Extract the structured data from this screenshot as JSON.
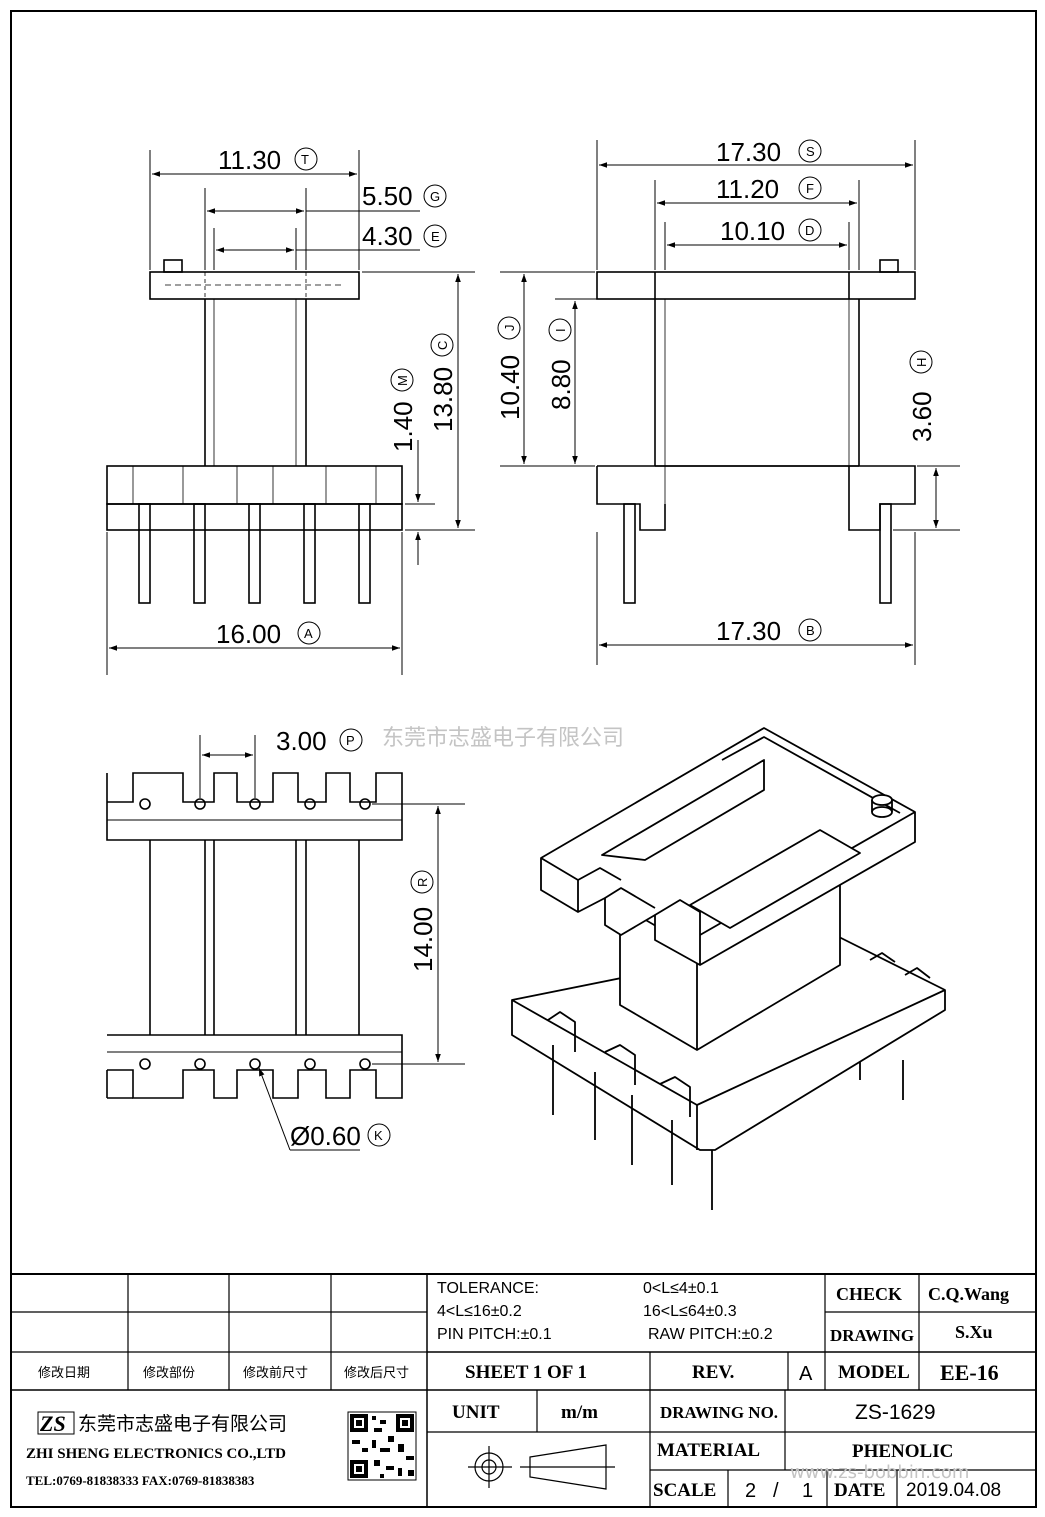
{
  "watermark": {
    "cn": "东莞市志盛电子有限公司",
    "url": "www.zs-bobbin.com"
  },
  "dims": {
    "t_val": "11.30",
    "t_code": "T",
    "g_val": "5.50",
    "g_code": "G",
    "e_val": "4.30",
    "e_code": "E",
    "m_val": "1.40",
    "m_code": "M",
    "c_val": "13.80",
    "c_code": "C",
    "a_val": "16.00",
    "a_code": "A",
    "s_val": "17.30",
    "s_code": "S",
    "f_val": "11.20",
    "f_code": "F",
    "d_val": "10.10",
    "d_code": "D",
    "j_val": "10.40",
    "j_code": "J",
    "i_val": "8.80",
    "i_code": "I",
    "h_val": "3.60",
    "h_code": "H",
    "b_val": "17.30",
    "b_code": "B",
    "p_val": "3.00",
    "p_code": "P",
    "r_val": "14.00",
    "r_code": "R",
    "k_val": "Ø0.60",
    "k_code": "K"
  },
  "title_block": {
    "rev_headers": [
      "修改日期",
      "修改部份",
      "修改前尺寸",
      "修改后尺寸"
    ],
    "tolerance_label": "TOLERANCE:",
    "tol_1": "0<L≤4±0.1",
    "tol_2": "4<L≤16±0.2",
    "tol_3": "16<L≤64±0.3",
    "pin_pitch": "PIN PITCH:±0.1",
    "raw_pitch": "RAW PITCH:±0.2",
    "check_label": "CHECK",
    "check_value": "C.Q.Wang",
    "drawing_label": "DRAWING",
    "drawing_value": "S.Xu",
    "sheet": "SHEET 1 OF 1",
    "rev_label": "REV.",
    "rev_value": "A",
    "model_label": "MODEL",
    "model_value": "EE-16",
    "unit_label": "UNIT",
    "unit_value": "m/m",
    "drawing_no_label": "DRAWING NO.",
    "drawing_no_value": "ZS-1629",
    "material_label": "MATERIAL",
    "material_value": "PHENOLIC",
    "scale_label": "SCALE",
    "scale_a": "2",
    "scale_sep": "/",
    "scale_b": "1",
    "date_label": "DATE",
    "date_value": "2019.04.08",
    "company_logo": "ZS",
    "company_cn": "东莞市志盛电子有限公司",
    "company_en": "ZHI SHENG ELECTRONICS CO.,LTD",
    "company_tel": "TEL:0769-81838333 FAX:0769-81838383"
  }
}
